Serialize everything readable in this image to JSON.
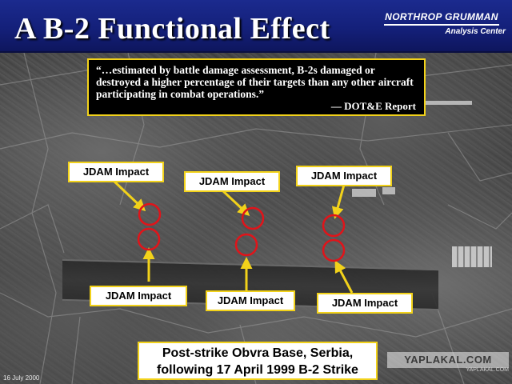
{
  "header": {
    "title": "A B-2 Functional Effect",
    "brand": "NORTHROP GRUMMAN",
    "brand_sub": "Analysis Center",
    "background_color": "#14207a"
  },
  "quote": {
    "text": "“…estimated by battle damage assessment, B-2s damaged or destroyed a higher percentage of their targets than any other aircraft participating in combat operations.”",
    "source": "— DOT&E Report",
    "border_color": "#f2d21a"
  },
  "labels": {
    "top_left": "JDAM Impact",
    "top_center": "JDAM Impact",
    "top_right": "JDAM Impact",
    "bottom_left": "JDAM Impact",
    "bottom_center": "JDAM Impact",
    "bottom_right": "JDAM Impact"
  },
  "caption": {
    "line1": "Post-strike Obvra Base, Serbia,",
    "line2": "following 17 April 1999 B-2 Strike"
  },
  "stamp_date": "16 July 2000",
  "watermark": {
    "text": "YAPLAKAL.COM",
    "sub": "YAPLAKAL.COM"
  },
  "colors": {
    "accent_yellow": "#f2d21a",
    "impact_circle": "#e0141a"
  },
  "icons": {
    "arrow": "arrow-icon",
    "impact": "impact-circle-icon"
  }
}
